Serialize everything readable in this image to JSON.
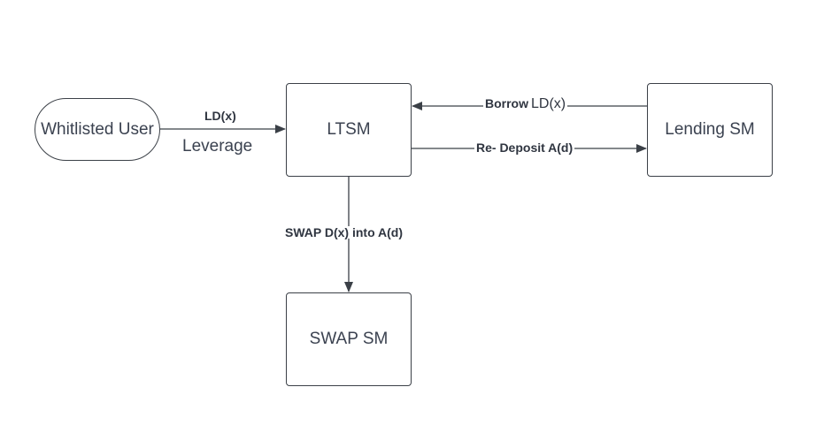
{
  "diagram": {
    "nodes": {
      "user": {
        "label": "Whitlisted User",
        "shape": "rounded"
      },
      "ltsm": {
        "label": "LTSM",
        "shape": "rect"
      },
      "lending": {
        "label": "Lending SM",
        "shape": "rect"
      },
      "swap": {
        "label": "SWAP SM",
        "shape": "rect"
      }
    },
    "edges": {
      "user_to_ltsm": {
        "from": "user",
        "to": "ltsm",
        "label": "LD(x)",
        "sublabel": "Leverage"
      },
      "lending_to_ltsm": {
        "from": "lending",
        "to": "ltsm",
        "label_bold": "Borrow",
        "label_plain": "LD(x)"
      },
      "ltsm_to_lending": {
        "from": "ltsm",
        "to": "lending",
        "label": "Re- Deposit A(d)"
      },
      "ltsm_to_swap": {
        "from": "ltsm",
        "to": "swap",
        "label": "SWAP D(x) into A(d)"
      }
    },
    "colors": {
      "stroke": "#3b4047",
      "text": "#3b4250",
      "background": "#ffffff"
    }
  }
}
